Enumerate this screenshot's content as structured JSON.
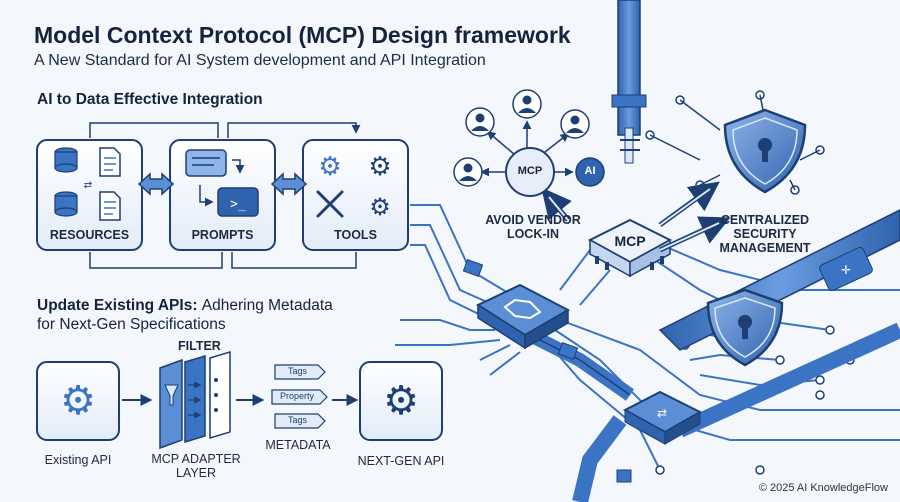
{
  "header": {
    "title": "Model Context Protocol (MCP) Design framework",
    "subtitle": "A New Standard for AI System development and API Integration"
  },
  "section_integration": {
    "heading": "AI to Data Effective Integration",
    "nodes": [
      "RESOURCES",
      "PROMPTS",
      "TOOLS"
    ]
  },
  "section_update": {
    "heading_bold": "Update Existing APIs:",
    "heading_rest": "Adhering Metadata",
    "heading_line2": "for Next-Gen Specifications",
    "existing_api": "Existing API",
    "filter": "FILTER",
    "adapter_line1": "MCP ADAPTER",
    "adapter_line2": "LAYER",
    "metadata_tags": [
      "Tags",
      "Property",
      "Tags"
    ],
    "metadata_label": "METADATA",
    "next_gen_api": "NEXT-GEN API"
  },
  "network": {
    "hub_small": "MCP",
    "ai_badge": "AI",
    "hub_large": "MCP",
    "vendor_line1": "AVOID VENDOR",
    "vendor_line2": "LOCK-IN",
    "security_line1": "CENTRALIZED",
    "security_line2": "SECURITY",
    "security_line3": "MANAGEMENT"
  },
  "footer": {
    "copyright": "© 2025 AI KnowledgeFlow"
  },
  "colors": {
    "primary": "#3b74c4",
    "dark": "#1d3f73",
    "light": "#dbe8f8",
    "ink": "#15233f"
  }
}
